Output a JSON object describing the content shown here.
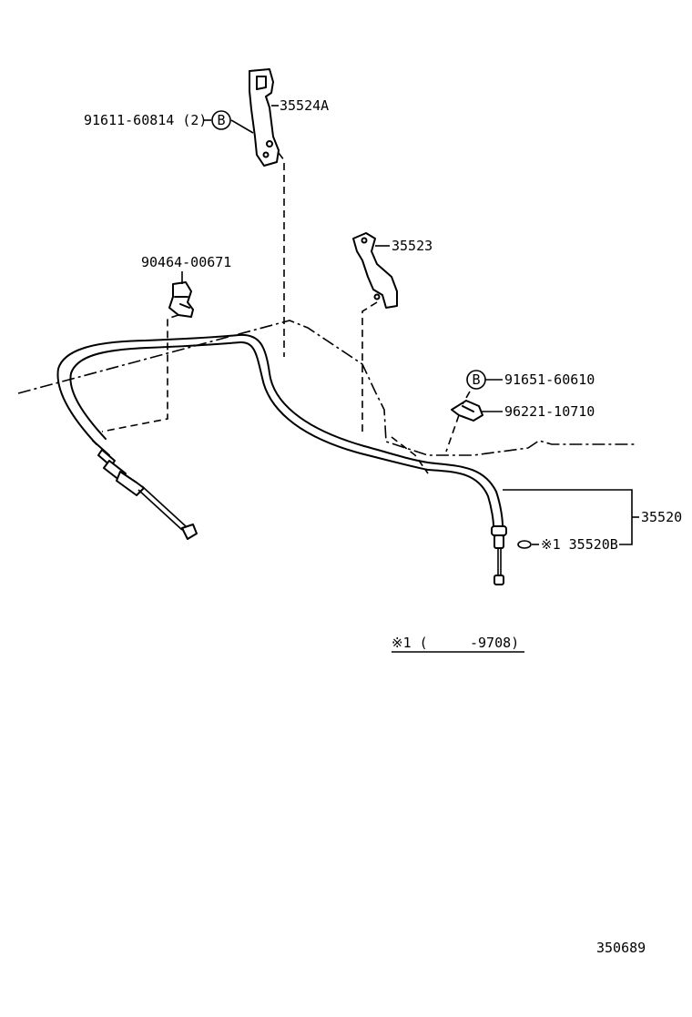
{
  "labels": {
    "p35524a": "35524A",
    "p91611": "91611-60814 (2)",
    "callout_b1": "B",
    "p90464": "90464-00671",
    "p35523": "35523",
    "callout_b2": "B",
    "p91651": "91651-60610",
    "p96221": "96221-10710",
    "p35520": "35520",
    "p35520b": "※1 35520B",
    "note_start": "※1 (",
    "note_end": "-9708)",
    "illustration_no": "350689"
  }
}
